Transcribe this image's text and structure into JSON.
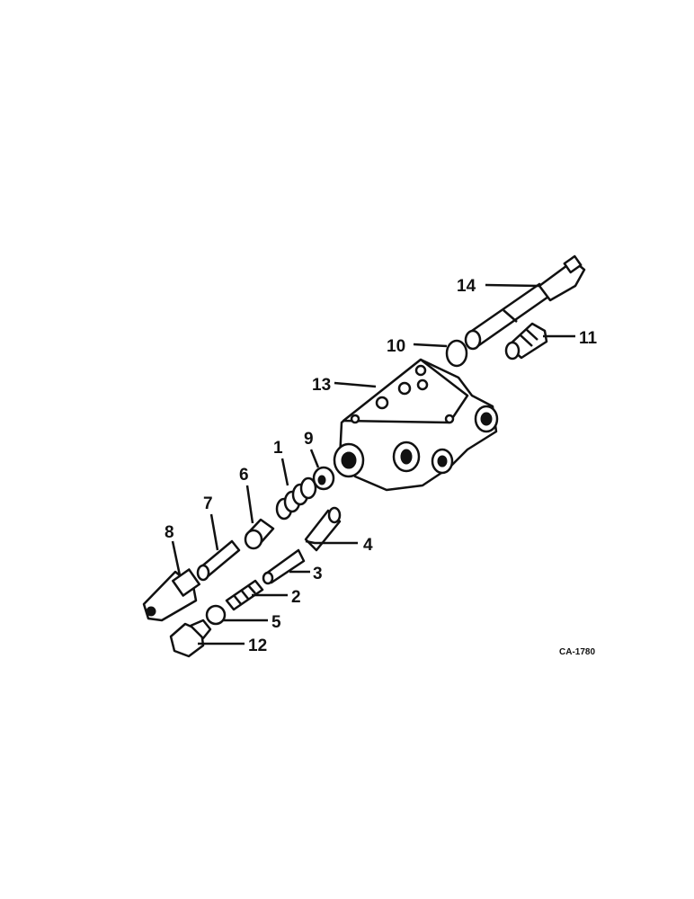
{
  "drawing_code": "CA-1780",
  "callouts": [
    {
      "id": "c1",
      "text": "1"
    },
    {
      "id": "c2",
      "text": "2"
    },
    {
      "id": "c3",
      "text": "3"
    },
    {
      "id": "c4",
      "text": "4"
    },
    {
      "id": "c5",
      "text": "5"
    },
    {
      "id": "c6",
      "text": "6"
    },
    {
      "id": "c7",
      "text": "7"
    },
    {
      "id": "c8",
      "text": "8"
    },
    {
      "id": "c9",
      "text": "9"
    },
    {
      "id": "c10",
      "text": "10"
    },
    {
      "id": "c11",
      "text": "11"
    },
    {
      "id": "c12",
      "text": "12"
    },
    {
      "id": "c13",
      "text": "13"
    },
    {
      "id": "c14",
      "text": "14"
    }
  ]
}
